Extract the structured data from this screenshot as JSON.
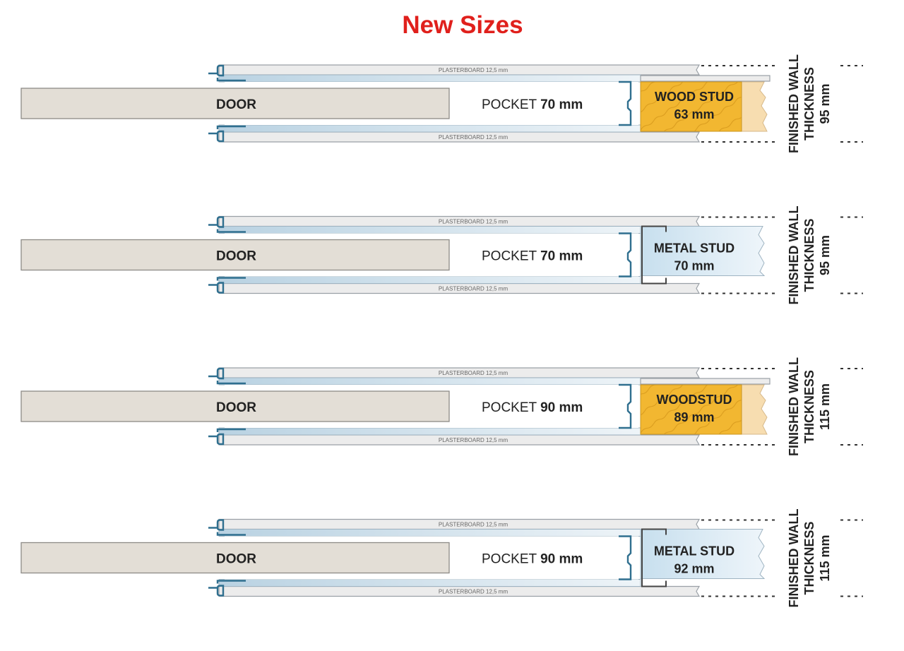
{
  "title": "New Sizes",
  "colors": {
    "title": "#e0201c",
    "wood": "#f2b731",
    "wood_end": "#f7ddb0",
    "metal": "#d9e9f4",
    "door": "#e3ded6",
    "track": "#2f6f8f"
  },
  "panels": [
    {
      "board_top": "PLASTERBOARD 12,5 mm",
      "board_bottom": "PLASTERBOARD 12,5 mm",
      "door": "DOOR",
      "pocket_label": "POCKET",
      "pocket_size": "70 mm",
      "stud_type": "wood",
      "stud_line1": "WOOD STUD",
      "stud_line2": "63 mm",
      "thickness_line1": "FINISHED WALL",
      "thickness_line2": "THICKNESS",
      "thickness_value": "95 mm"
    },
    {
      "board_top": "PLASTERBOARD 12,5 mm",
      "board_bottom": "PLASTERBOARD 12,5 mm",
      "door": "DOOR",
      "pocket_label": "POCKET",
      "pocket_size": "70 mm",
      "stud_type": "metal",
      "stud_line1": "METAL STUD",
      "stud_line2": "70 mm",
      "thickness_line1": "FINISHED WALL",
      "thickness_line2": "THICKNESS",
      "thickness_value": "95 mm"
    },
    {
      "board_top": "PLASTERBOARD 12,5 mm",
      "board_bottom": "PLASTERBOARD 12,5 mm",
      "door": "DOOR",
      "pocket_label": "POCKET",
      "pocket_size": "90 mm",
      "stud_type": "wood",
      "stud_line1": "WOODSTUD",
      "stud_line2": "89 mm",
      "thickness_line1": "FINISHED WALL",
      "thickness_line2": "THICKNESS",
      "thickness_value": "115 mm"
    },
    {
      "board_top": "PLASTERBOARD 12,5 mm",
      "board_bottom": "PLASTERBOARD 12,5 mm",
      "door": "DOOR",
      "pocket_label": "POCKET",
      "pocket_size": "90 mm",
      "stud_type": "metal",
      "stud_line1": "METAL STUD",
      "stud_line2": "92 mm",
      "thickness_line1": "FINISHED WALL",
      "thickness_line2": "THICKNESS",
      "thickness_value": "115 mm"
    }
  ]
}
